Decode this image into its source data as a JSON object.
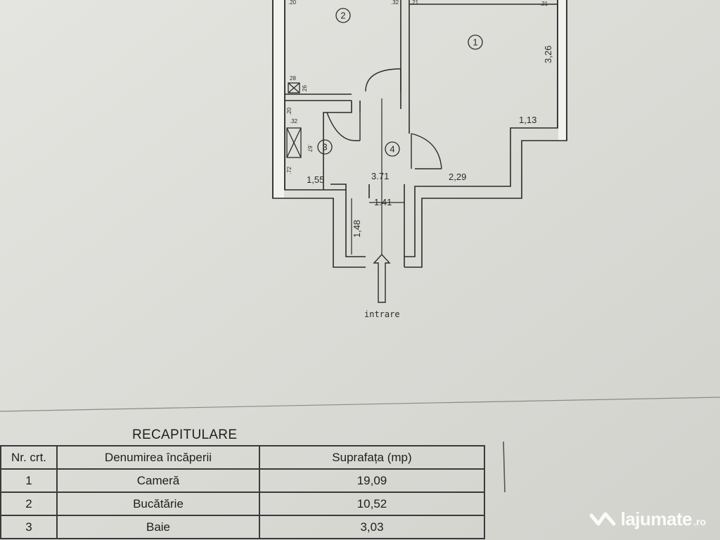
{
  "plan": {
    "rooms": [
      "1",
      "2",
      "3",
      "4"
    ],
    "dimensions": {
      "room1_height": "3,26",
      "room1_step": "1,13",
      "room1_width": "2,29",
      "hall_length": "3.71",
      "hall_width": "1.41",
      "entry_length": "1,48",
      "bath_width": "1,55"
    },
    "small_dims": [
      "28",
      "26",
      ".20",
      ".32",
      ".67",
      ".72",
      ".20",
      ".32",
      ".21",
      ".21"
    ],
    "entrance_label": "intrare"
  },
  "recap": {
    "title": "RECAPITULARE",
    "headers": [
      "Nr. crt.",
      "Denumirea încăperii",
      "Suprafața (mp)"
    ],
    "rows": [
      {
        "nr": "1",
        "name": "Cameră",
        "area": "19,09"
      },
      {
        "nr": "2",
        "name": "Bucătărie",
        "area": "10,52"
      },
      {
        "nr": "3",
        "name": "Baie",
        "area": "3,03"
      }
    ]
  },
  "watermark": {
    "text": "lajumate",
    "suffix": ".ro"
  },
  "colors": {
    "paper": "#dcdcd8",
    "ink": "#2a2a2a",
    "wall_fill": "#f2f2ef"
  }
}
